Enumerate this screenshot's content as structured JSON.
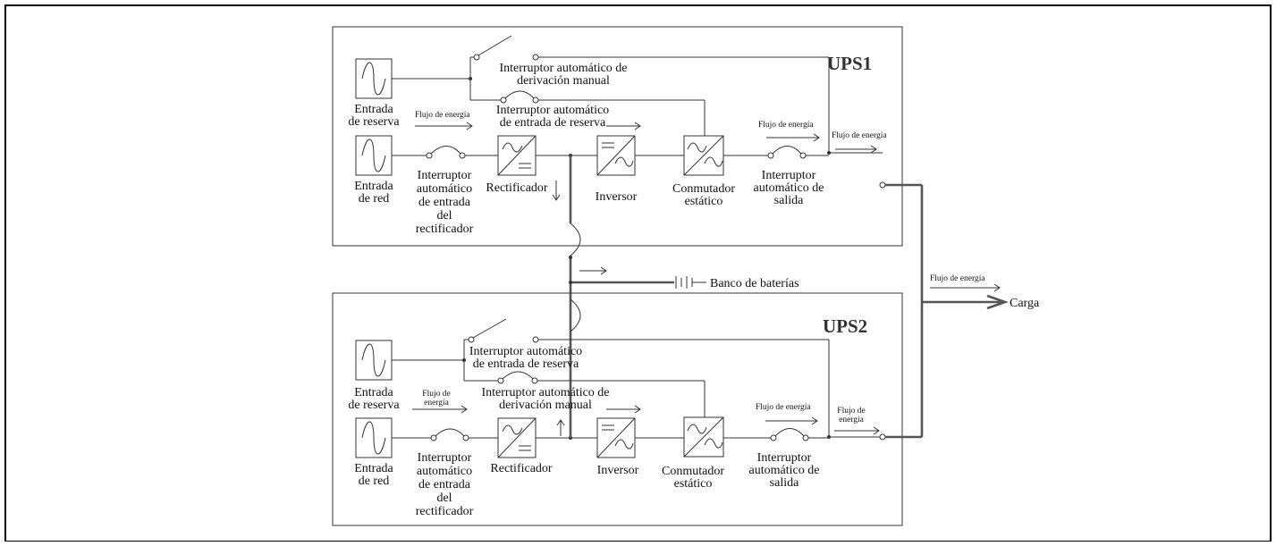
{
  "ups1": {
    "title": "UPS1",
    "manual_bypass_breaker": [
      "Interruptor automático de",
      "derivación manual"
    ],
    "reserve_input_breaker": [
      "Interruptor automático",
      "de entrada de reserva"
    ],
    "reserve_input": [
      "Entrada",
      "de reserva"
    ],
    "mains_input": [
      "Entrada",
      "de red"
    ],
    "rectifier_breaker": [
      "Interruptor",
      "automático",
      "de entrada",
      "del",
      "rectificador"
    ],
    "rectifier": "Rectificador",
    "inverter": "Inversor",
    "static_switch": [
      "Conmutador",
      "estático"
    ],
    "output_breaker": [
      "Interruptor",
      "automático de",
      "salida"
    ],
    "flow_reserve": "Flujo de energía",
    "flow_output": "Flujo de energía",
    "flow_right": "Flujo de energía"
  },
  "ups2": {
    "title": "UPS2",
    "top_breaker": [
      "Interruptor automático",
      "de entrada de reserva"
    ],
    "bottom_breaker": [
      "Interruptor automático de",
      "derivación manual"
    ],
    "reserve_input": [
      "Entrada",
      "de reserva"
    ],
    "mains_input": [
      "Entrada",
      "de red"
    ],
    "rectifier_breaker": [
      "Interruptor",
      "automático",
      "de entrada",
      "del",
      "rectificador"
    ],
    "rectifier": "Rectificador",
    "inverter": "Inversor",
    "static_switch": [
      "Conmutador",
      "estático"
    ],
    "output_breaker": [
      "Interruptor",
      "automático de",
      "salida"
    ],
    "flow_reserve": [
      "Flujo de",
      "energía"
    ],
    "flow_output": "Flujo de energía",
    "flow_right": [
      "Flujo de",
      "energía"
    ]
  },
  "battery_bank": "Banco de baterías",
  "load": "Carga",
  "flow_load": "Flujo de energía"
}
